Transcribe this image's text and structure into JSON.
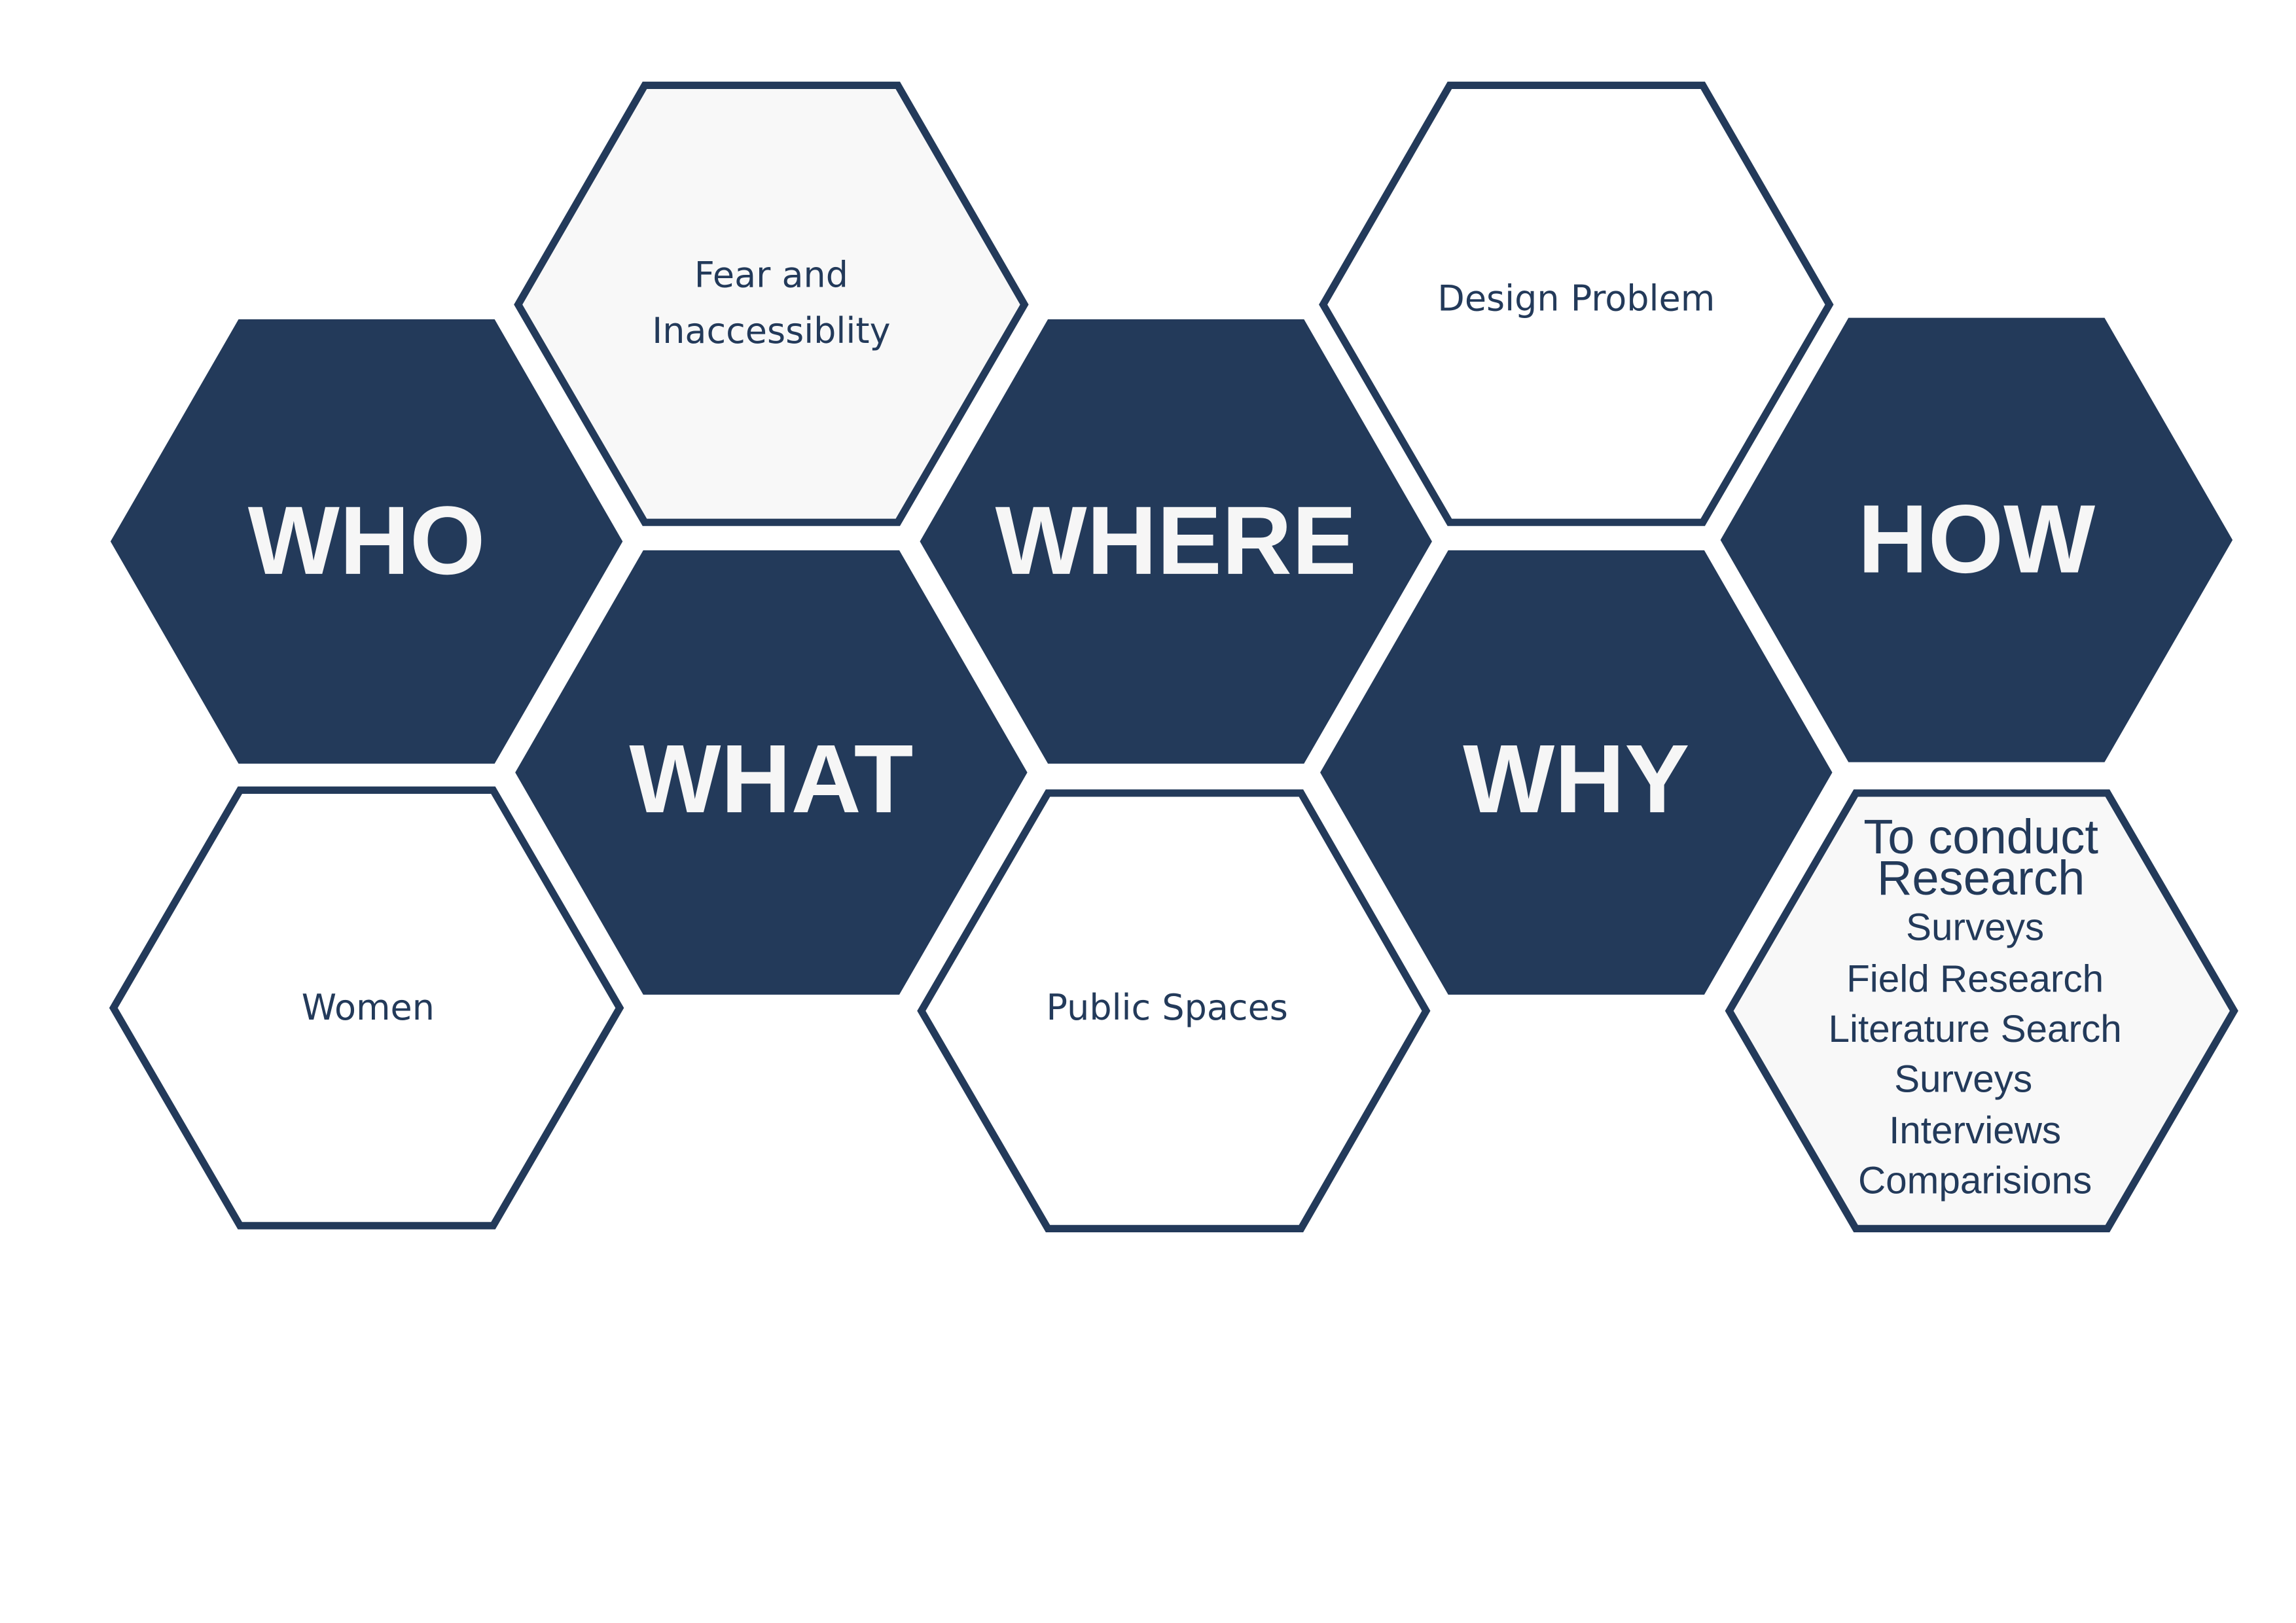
{
  "colors": {
    "primary": "#233a5a",
    "light_fill": "#f8f8f8",
    "background": "#ffffff"
  },
  "hexagons": {
    "who": "WHO",
    "what": "WHAT",
    "where": "WHERE",
    "why": "WHY",
    "how": "HOW",
    "fear_line1": "Fear and",
    "fear_line2": "Inaccessiblity",
    "design_problem": "Design Problem",
    "women": "Women",
    "public_spaces": "Public Spaces",
    "how_detail": {
      "heading_line1": "To conduct",
      "heading_line2": "Research",
      "items": [
        "Surveys",
        "Field Research",
        "Literature Search",
        "Surveys",
        "Interviews",
        "Comparisions"
      ]
    }
  }
}
